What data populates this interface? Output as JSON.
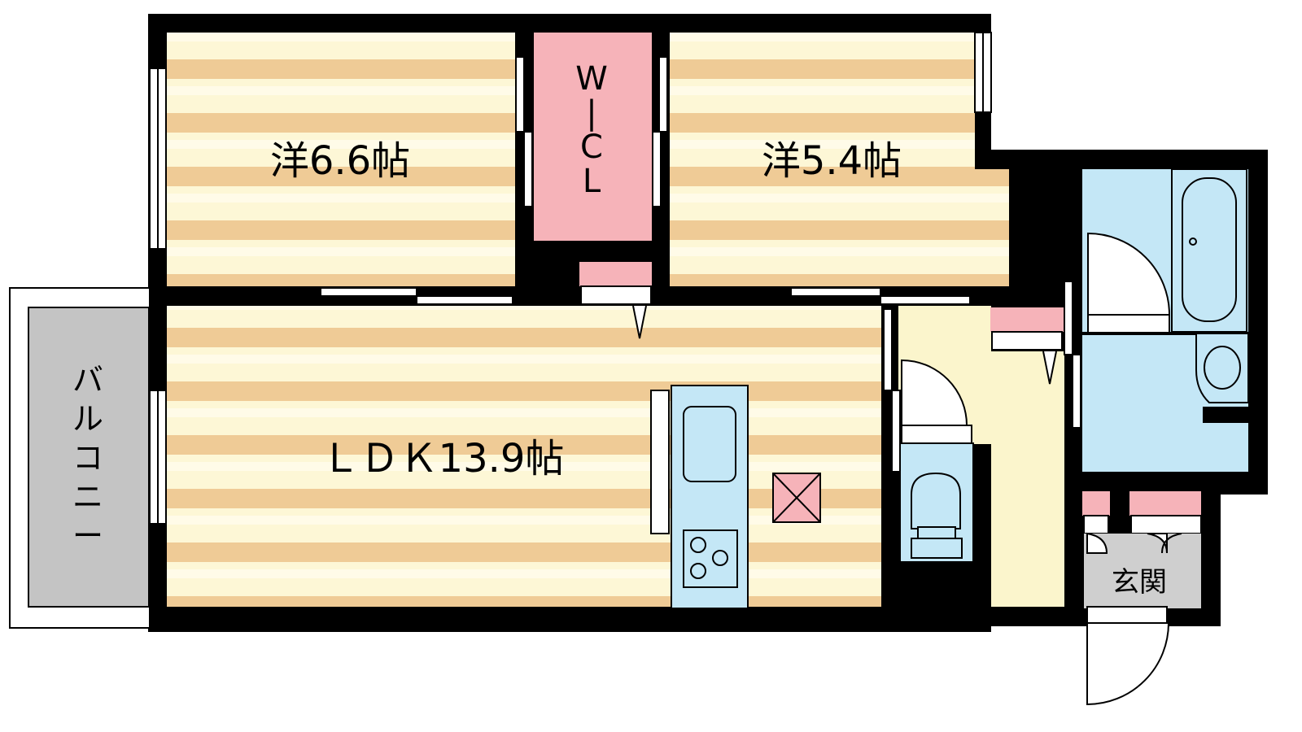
{
  "plan": {
    "rooms": {
      "western_a": "洋6.6帖",
      "western_b": "洋5.4帖",
      "walk_in_closet": [
        "W",
        "|",
        "C",
        "L"
      ],
      "ldk": "ＬＤＫ13.9帖",
      "entrance": "玄関",
      "balcony": [
        "バ",
        "ル",
        "コ",
        "ニ",
        "ー"
      ]
    },
    "colors": {
      "wall": "#000000",
      "floor_stripe_a": "#efcb96",
      "floor_stripe_b": "#fdf7d6",
      "closet": "#f6b3b9",
      "water_area": "#c4e7f6",
      "hall": "#fbf5cc",
      "balcony": "#c4c4c4",
      "entrance_floor": "#cfcfcf"
    }
  }
}
